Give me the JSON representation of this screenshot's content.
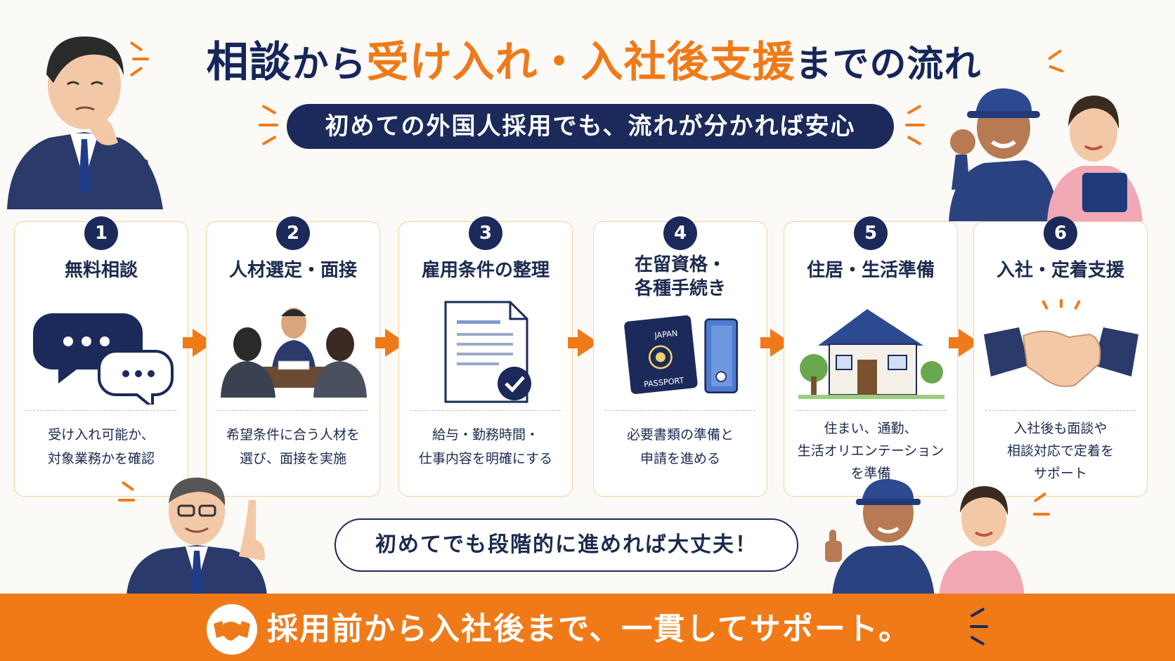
{
  "title": {
    "part1": "相談",
    "part2": "から",
    "part3": "受け入れ・入社後支援",
    "part4": "までの流れ"
  },
  "subtitle": "初めての外国人採用でも、流れが分かれば安心",
  "steps": [
    {
      "number": "1",
      "title": "無料相談",
      "desc": [
        "受け入れ可能か、",
        "対象業務かを確認"
      ],
      "icon": "chat-bubbles-icon"
    },
    {
      "number": "2",
      "title": "人材選定・面接",
      "desc": [
        "希望条件に合う人材を",
        "選び、面接を実施"
      ],
      "icon": "interview-icon"
    },
    {
      "number": "3",
      "title": "雇用条件の整理",
      "desc": [
        "給与・勤務時間・",
        "仕事内容を明確にする"
      ],
      "icon": "document-check-icon"
    },
    {
      "number": "4",
      "title": [
        "在留資格・",
        "各種手続き"
      ],
      "desc": [
        "必要書類の準備と",
        "申請を進める"
      ],
      "icon": "passport-binder-icon"
    },
    {
      "number": "5",
      "title": "住居・生活準備",
      "desc": [
        "住まい、通勤、",
        "生活オリエンテーション",
        "を準備"
      ],
      "icon": "house-icon"
    },
    {
      "number": "6",
      "title": "入社・定着支援",
      "desc": [
        "入社後も面談や",
        "相談対応で定着を",
        "サポート"
      ],
      "icon": "handshake-icon"
    }
  ],
  "passport_text": {
    "top": "JAPAN",
    "bottom": "PASSPORT"
  },
  "speech": "初めてでも段階的に進めれば大丈夫！",
  "bottom_banner": "採用前から入社後まで、一貫してサポート。",
  "colors": {
    "navy": "#1b2a5a",
    "orange": "#f07a18",
    "card_border": "#f6cf9d"
  }
}
